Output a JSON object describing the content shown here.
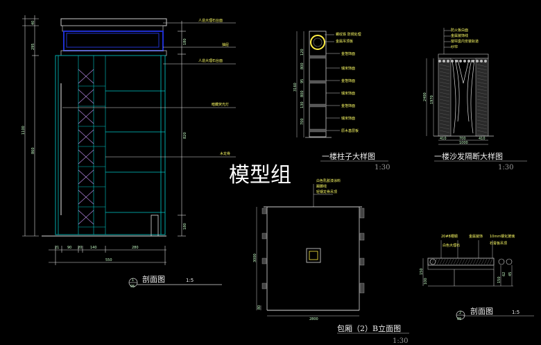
{
  "watermark": "模型组",
  "section_a": {
    "callouts": [
      "人造大理石台面",
      "抽屉",
      "人造大理石台面",
      "暗藏荧光灯",
      "木龙骨"
    ],
    "dims_left": [
      "40",
      "295",
      "1100",
      "860"
    ],
    "dims_right": [
      "180",
      "820",
      "180"
    ],
    "dims_bottom": [
      "21",
      "90",
      "20",
      "140",
      "280"
    ],
    "dim_total": "550",
    "title": "剖面图",
    "scale": "1:5",
    "num_top": "1",
    "num_bottom": "05"
  },
  "column": {
    "callouts": [
      "螺纹铁 防锈处理",
      "金属吊顶板",
      "金箔饰面",
      "瑞米饰面",
      "金箔饰面",
      "瑞米饰面",
      "金箔饰面",
      "瑞米饰面",
      "原木基层板"
    ],
    "dims": [
      "120",
      "800",
      "95",
      "3160",
      "800",
      "130",
      "700"
    ],
    "title": "一楼柱子大样图",
    "scale": "1:30"
  },
  "sofa": {
    "callouts": [
      "防火板白面",
      "金属装饰线",
      "窗帘盒内安装轨道",
      "纱帘"
    ],
    "dims_left": [
      "2400",
      "1970"
    ],
    "dims_bottom": [
      "410",
      "700",
      "410",
      "1000"
    ],
    "title": "一楼沙发隔断大样图",
    "scale": "1:30"
  },
  "elevation": {
    "callouts": [
      "白色乳胶漆涂料",
      "踢脚线",
      "轻钢龙骨吊顶"
    ],
    "dim_left": "3000",
    "dim_left_small": "80",
    "dim_bottom": "2800",
    "title": "包厢（2）B立面图",
    "scale": "1:30"
  },
  "section_b": {
    "callouts": [
      "20#8槽钢",
      "金属装饰",
      "10mm钢化玻璃",
      "白色大理石",
      "石膏板吊顶"
    ],
    "dims": [
      "150",
      "100",
      "150",
      "62",
      "45"
    ],
    "title": "剖面图",
    "scale": "1:5",
    "num_top": "2",
    "num_bottom": "05"
  }
}
